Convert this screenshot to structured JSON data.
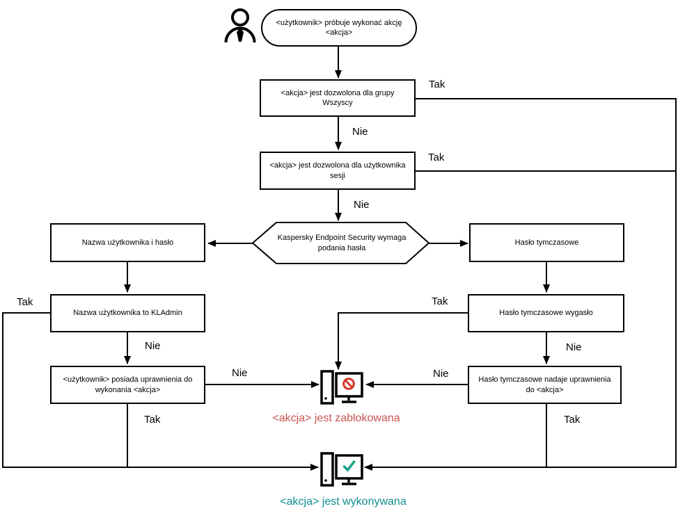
{
  "diagram": {
    "nodes": {
      "start": "<użytkownik> próbuje wykonać akcję <akcja>",
      "allowed_everyone": "<akcja> jest dozwolona dla grupy Wszyscy",
      "allowed_session_user": "<akcja> jest dozwolona dla użytkownika sesji",
      "password_required": "Kaspersky Endpoint Security wymaga podania hasła",
      "username_password": "Nazwa użytkownika i hasło",
      "temporary_password": "Hasło tymczasowe",
      "username_kladmin": "Nazwa użytkownika to KLAdmin",
      "user_has_permissions": "<użytkownik> posiada uprawnienia do wykonania <akcja>",
      "temp_password_expired": "Hasło tymczasowe wygasło",
      "temp_password_grants": "Hasło tymczasowe nadaje uprawnienia do <akcja>"
    },
    "labels": {
      "yes": "Tak",
      "no": "Nie"
    },
    "results": {
      "blocked": "<akcja> jest zablokowana",
      "executed": "<akcja> jest wykonywana"
    },
    "icons": {
      "user_icon": "outlined person with tie",
      "blocked_icon": "computer with red prohibition sign",
      "executed_icon": "computer with green check mark"
    },
    "colors": {
      "line": "#000000",
      "node_background": "#ffffff",
      "blocked_text": "#c9534f",
      "blocked_sign": "#d63426",
      "executed_text": "#0f8e90",
      "executed_check": "#14a284"
    }
  }
}
